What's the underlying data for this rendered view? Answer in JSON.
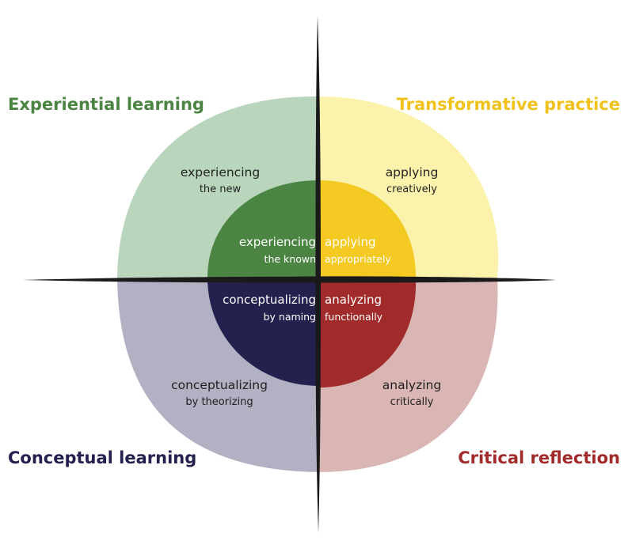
{
  "colors": {
    "experiential_outer": "#b9d6bd",
    "experiential_inner": "#4b8443",
    "transformative_outer": "#fbf2ac",
    "transformative_inner": "#f3c922",
    "conceptual_outer": "#b1b1c3",
    "conceptual_inner": "#24214f",
    "critical_outer": "#d9b6b4",
    "critical_inner": "#a12b2a",
    "axis": "#1a1a1a"
  },
  "quadrants": {
    "experiential": {
      "title": "Experiential learning",
      "title_color": "#4b8443",
      "outer": {
        "line1": "experiencing",
        "line2": "the new"
      },
      "inner": {
        "line1": "experiencing",
        "line2": "the known"
      }
    },
    "transformative": {
      "title": "Transformative practice",
      "title_color": "#f1c21b",
      "outer": {
        "line1": "applying",
        "line2": "creatively"
      },
      "inner": {
        "line1": "applying",
        "line2": "appropriately"
      }
    },
    "conceptual": {
      "title": "Conceptual learning",
      "title_color": "#24214f",
      "outer": {
        "line1": "conceptualizing",
        "line2": "by theorizing"
      },
      "inner": {
        "line1": "conceptualizing",
        "line2": "by naming"
      }
    },
    "critical": {
      "title": "Critical reflection",
      "title_color": "#a12b2a",
      "outer": {
        "line1": "analyzing",
        "line2": "critically"
      },
      "inner": {
        "line1": "analyzing",
        "line2": "functionally"
      }
    }
  }
}
